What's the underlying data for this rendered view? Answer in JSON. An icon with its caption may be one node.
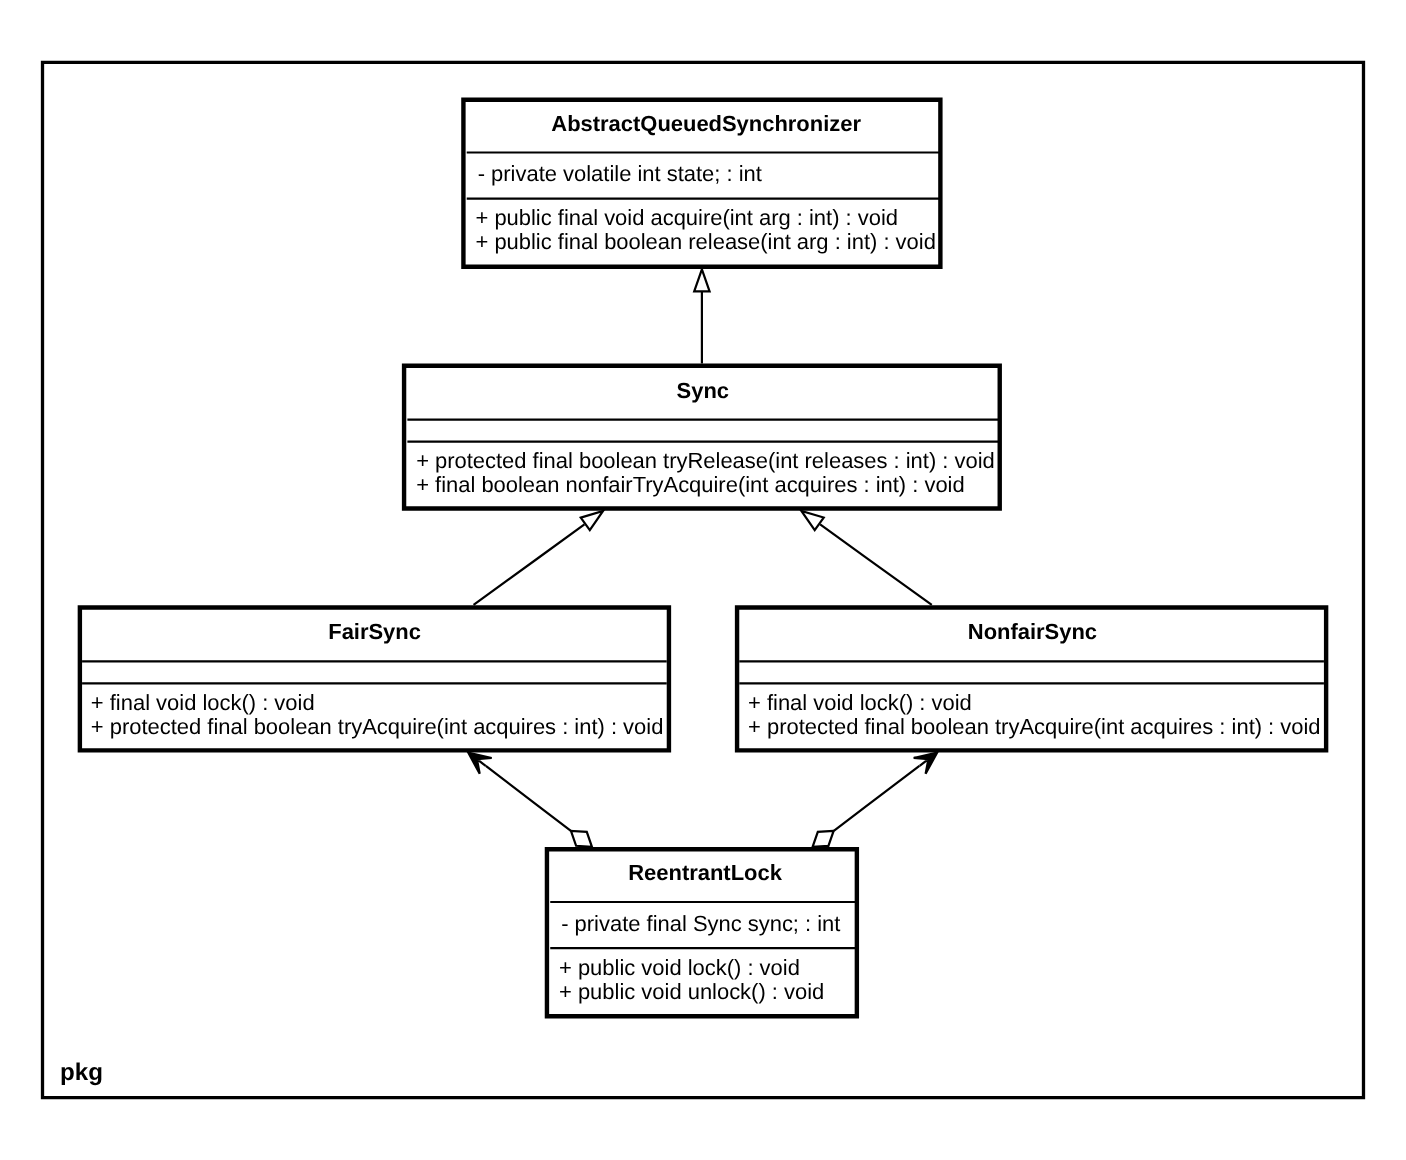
{
  "diagram": {
    "nodes": [
      {
        "text": [
          "pkg"
        ]
      },
      {
        "text": [
          "AbstractQueuedSynchronizer",
          "- private volatile int state; : int",
          "+ public final void acquire(int arg : int) : void",
          "+ public final boolean release(int arg : int) : void"
        ],
        "in": 0
      },
      {
        "text": [
          "Sync",
          "+ protected final boolean tryRelease(int releases : int) : void",
          "+ final boolean nonfairTryAcquire(int acquires : int) : void"
        ],
        "in": 0
      },
      {
        "text": [
          "FairSync",
          "+ final void lock() : void",
          "+ protected final boolean tryAcquire(int acquires : int) : void"
        ],
        "in": 0
      },
      {
        "text": [
          "NonfairSync",
          "+ final void lock() : void",
          "+ protected final boolean tryAcquire(int acquires : int) : void"
        ],
        "in": 0
      },
      {
        "text": [
          "ReentrantLock",
          "- private final Sync sync; : int",
          "+ public void lock() : void",
          "+ public void unlock() : void"
        ],
        "in": 0
      }
    ],
    "edges": [
      {
        "from": 2,
        "to": 1,
        "arrow": "to"
      },
      {
        "from": 3,
        "to": 2,
        "arrow": "to"
      },
      {
        "from": 4,
        "to": 2,
        "arrow": "to"
      },
      {
        "from": 5,
        "to": 3,
        "arrow": "to"
      },
      {
        "from": 5,
        "to": 4,
        "arrow": "to"
      }
    ]
  }
}
